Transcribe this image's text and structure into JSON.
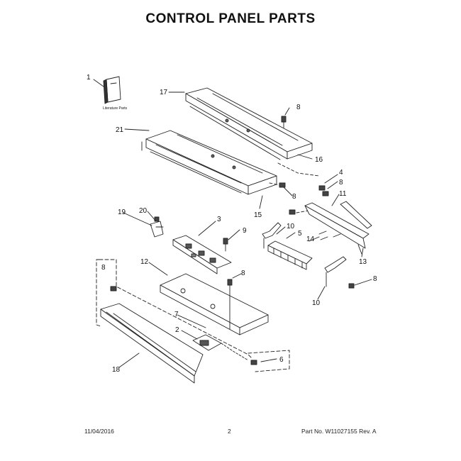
{
  "title": "CONTROL PANEL PARTS",
  "literature_label": "Literature Parts",
  "callouts": {
    "c1": "1",
    "c17": "17",
    "c8a": "8",
    "c21": "21",
    "c16": "16",
    "c4": "4",
    "c8b": "8",
    "c8c": "8",
    "c11": "11",
    "c15": "15",
    "c19": "19",
    "c20": "20",
    "c3": "3",
    "c9": "9",
    "c10a": "10",
    "c5": "5",
    "c14": "14",
    "c12": "12",
    "c8d": "8",
    "c8e": "8",
    "c13": "13",
    "c8f": "8",
    "c10b": "10",
    "c7": "7",
    "c2": "2",
    "c6": "6",
    "c18": "18"
  },
  "footer": {
    "date": "11/04/2016",
    "page": "2",
    "part": "Part No. W11027155  Rev. A"
  }
}
